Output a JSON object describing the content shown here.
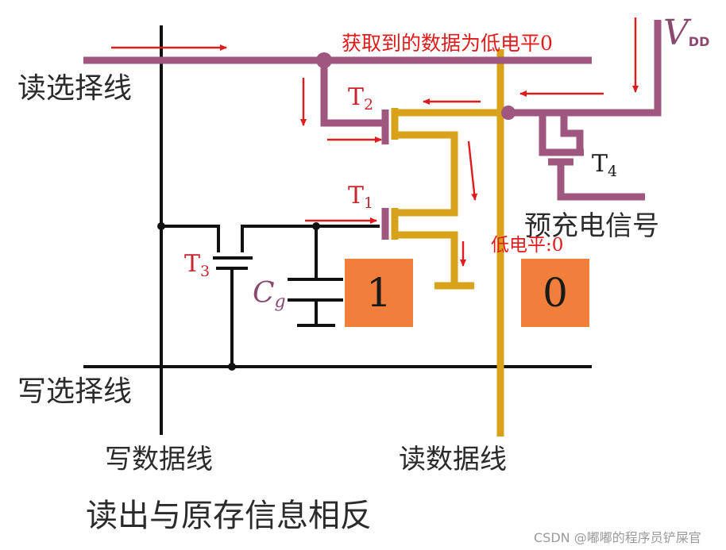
{
  "labels": {
    "read_select_line": "读选择线",
    "write_select_line": "写选择线",
    "write_data_line": "写数据线",
    "read_data_line": "读数据线",
    "precharge_signal": "预充电信号",
    "vdd_letter": "V",
    "vdd_sub": "DD",
    "cap_letter": "C",
    "cap_sub": "g",
    "caption": "读出与原存信息相反"
  },
  "transistors": [
    {
      "letter": "T",
      "sub": "2"
    },
    {
      "letter": "T",
      "sub": "1"
    },
    {
      "letter": "T",
      "sub": "3"
    },
    {
      "letter": "T",
      "sub": "4"
    }
  ],
  "annotations": {
    "fetch_low": "获取到的数据为低电平0",
    "low_level": "低电平:0"
  },
  "bits": {
    "stored": "1",
    "read_out": "0"
  },
  "watermark": "CSDN @嘟嘟的程序员铲屎官",
  "colors": {
    "purple_wire": "#a0577f",
    "gold_wire": "#d8a21a",
    "black_wire": "#111111",
    "arrow_red": "#e01b1b",
    "box_orange": "#f07f3c"
  }
}
